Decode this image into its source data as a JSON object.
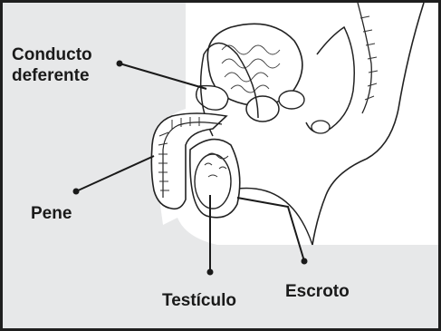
{
  "labels": {
    "conducto_line1": "Conducto",
    "conducto_line2": "deferente",
    "pene": "Pene",
    "testiculo": "Testículo",
    "escroto": "Escroto"
  },
  "colors": {
    "background": "#e7e8e9",
    "figure_fill": "#ffffff",
    "ink": "#1f1f1f"
  }
}
